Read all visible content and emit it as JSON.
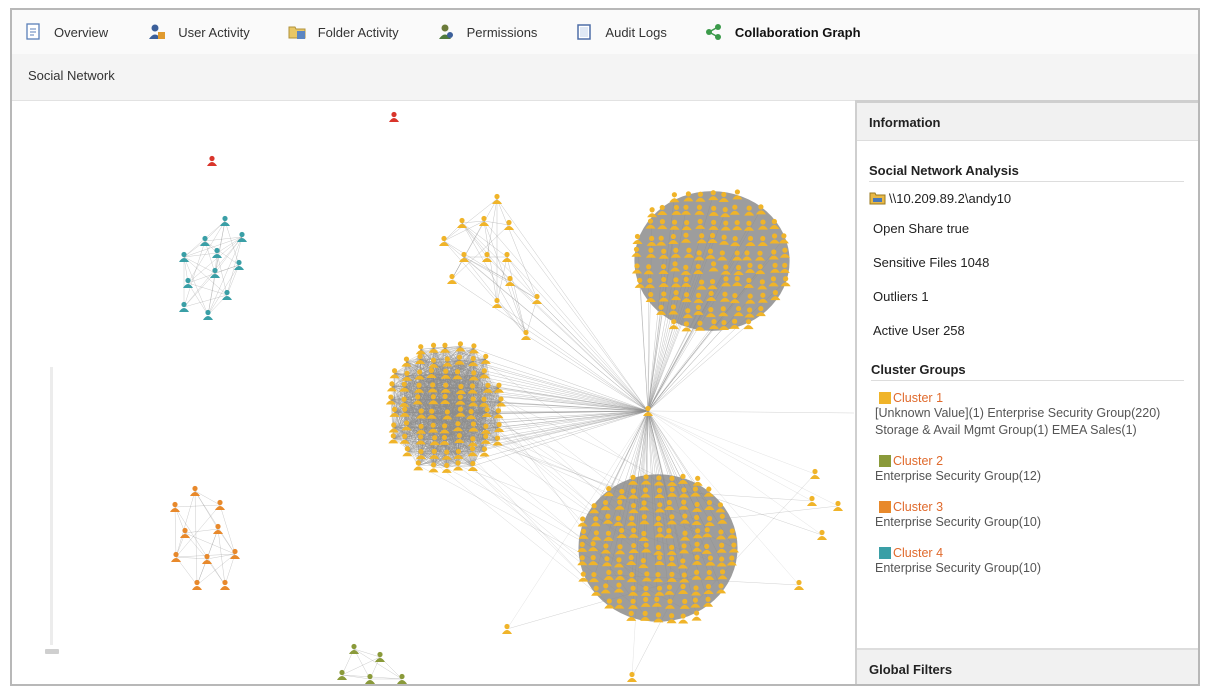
{
  "tabs": [
    {
      "label": "Overview",
      "icon": "document-icon",
      "active": false
    },
    {
      "label": "User Activity",
      "icon": "user-activity-icon",
      "active": false
    },
    {
      "label": "Folder Activity",
      "icon": "folder-activity-icon",
      "active": false
    },
    {
      "label": "Permissions",
      "icon": "permissions-icon",
      "active": false
    },
    {
      "label": "Audit Logs",
      "icon": "audit-log-icon",
      "active": false
    },
    {
      "label": "Collaboration Graph",
      "icon": "share-graph-icon",
      "active": true
    }
  ],
  "subbar": {
    "title": "Social Network"
  },
  "panel": {
    "header": "Information",
    "sna_title": "Social Network Analysis",
    "path": "\\\\10.209.89.2\\andy10",
    "stats": [
      "Open Share true",
      "Sensitive Files 1048",
      "Outliers 1",
      "Active User 258"
    ],
    "clusters_title": "Cluster Groups",
    "clusters": [
      {
        "name": "Cluster 1",
        "color": "#f0b429",
        "desc": "[Unknown Value](1) Enterprise Security Group(220) Storage & Avail Mgmt Group(1) EMEA Sales(1)"
      },
      {
        "name": "Cluster 2",
        "color": "#8a9a3a",
        "desc": "Enterprise Security Group(12)"
      },
      {
        "name": "Cluster 3",
        "color": "#e8892b",
        "desc": "Enterprise Security Group(10)"
      },
      {
        "name": "Cluster 4",
        "color": "#3a9fa6",
        "desc": "Enterprise Security Group(10)"
      }
    ],
    "global_filters": "Global Filters"
  },
  "colors": {
    "outlier": "#d9352b",
    "cluster1": "#f0b429",
    "cluster2": "#8a9a3a",
    "cluster3": "#e8892b",
    "cluster4": "#3a9fa6",
    "edge": "#8c8c8c"
  }
}
